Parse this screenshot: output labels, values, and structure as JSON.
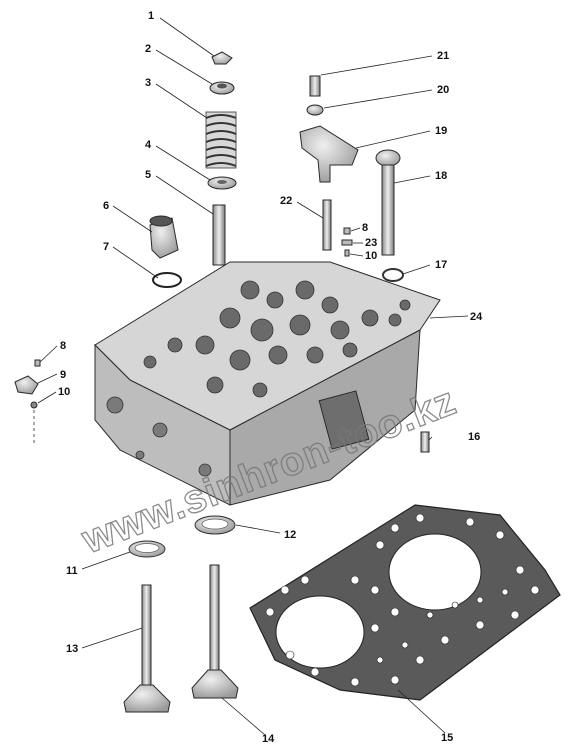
{
  "diagram": {
    "callouts": {
      "c1": "1",
      "c2": "2",
      "c3": "3",
      "c4": "4",
      "c5": "5",
      "c6": "6",
      "c7": "7",
      "c8a": "8",
      "c8b": "8",
      "c9": "9",
      "c10a": "10",
      "c10b": "10",
      "c11": "11",
      "c12": "12",
      "c13": "13",
      "c14": "14",
      "c15": "15",
      "c16": "16",
      "c17": "17",
      "c18": "18",
      "c19": "19",
      "c20": "20",
      "c21": "21",
      "c22": "22",
      "c23": "23",
      "c24": "24"
    },
    "watermark": "www.sinhron-too.kz",
    "colors": {
      "ink": "#222222",
      "shade": "#c9c9c9",
      "gasket": "#5a5a5a",
      "watermark": "#777777"
    }
  }
}
